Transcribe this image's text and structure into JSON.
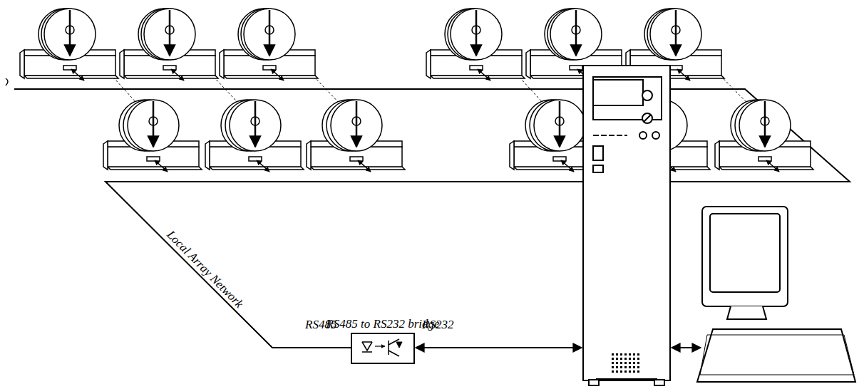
{
  "diagram": {
    "nodes": [
      {
        "text": [
          "RS485 to RS232 bridge"
        ]
      }
    ],
    "labels": [
      "Local Array Network",
      "RS485",
      "RS232"
    ]
  }
}
